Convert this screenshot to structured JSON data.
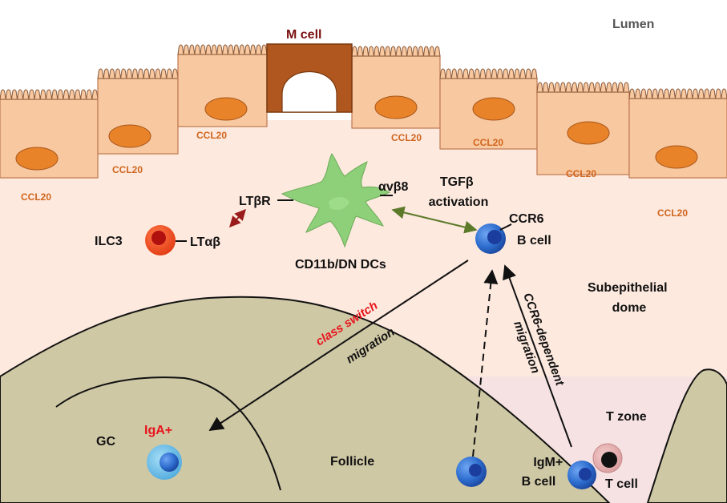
{
  "labels": {
    "lumen": "Lumen",
    "m_cell": "M cell",
    "ccl20": "CCL20",
    "lt_beta_r": "LTβR",
    "avb8": "αvβ8",
    "tgfb_activation": [
      "TGFβ",
      "activation"
    ],
    "ccr6": "CCR6",
    "b_cell": "B cell",
    "ilc3": "ILC3",
    "lt_ab": "LTαβ",
    "dcs": "CD11b/DN DCs",
    "subepithelial_dome": [
      "Subepithelial",
      "dome"
    ],
    "class_switch": "class switch",
    "migration": "migration",
    "ccr6_dependent": "CCR6-dependent",
    "t_zone": "T zone",
    "gc": "GC",
    "iga": "IgA+",
    "follicle": "Follicle",
    "igm_b_cell": [
      "IgM+",
      "B cell"
    ],
    "t_cell": "T cell"
  },
  "colors": {
    "epithelium": "#f8c8a0",
    "epithelium_border": "#c07850",
    "nucleus": "#e8832a",
    "m_cell": "#b0561f",
    "dome_bg": "#fde9de",
    "follicle": "#cfc8a5",
    "t_zone_bg": "#f6e2e2",
    "b_cell": "#2f6fd0",
    "ilc3": "#e8421a",
    "dc": "#8ed07a",
    "iga": "#5fb9e6",
    "t_cell": "#e9b0b0",
    "ccl20": "#d0651d",
    "class_switch": "#e8141c",
    "tgf_arrow": "#5c7a2a",
    "lt_arrow": "#9a1b1b"
  }
}
